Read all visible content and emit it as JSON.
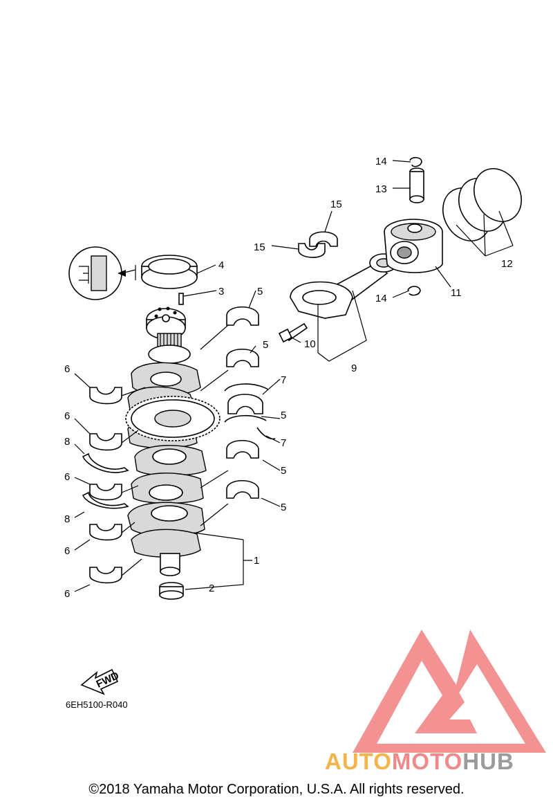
{
  "diagram": {
    "callouts": [
      {
        "id": "c14a",
        "label": "14"
      },
      {
        "id": "c13",
        "label": "13"
      },
      {
        "id": "c15a",
        "label": "15"
      },
      {
        "id": "c15b",
        "label": "15"
      },
      {
        "id": "c12",
        "label": "12"
      },
      {
        "id": "c11",
        "label": "11"
      },
      {
        "id": "c14b",
        "label": "14"
      },
      {
        "id": "c4",
        "label": "4"
      },
      {
        "id": "c3",
        "label": "3"
      },
      {
        "id": "c10",
        "label": "10"
      },
      {
        "id": "c9",
        "label": "9"
      },
      {
        "id": "c5a",
        "label": "5"
      },
      {
        "id": "c5b",
        "label": "5"
      },
      {
        "id": "c7a",
        "label": "7"
      },
      {
        "id": "c5c",
        "label": "5"
      },
      {
        "id": "c7b",
        "label": "7"
      },
      {
        "id": "c5d",
        "label": "5"
      },
      {
        "id": "c5e",
        "label": "5"
      },
      {
        "id": "c6a",
        "label": "6"
      },
      {
        "id": "c6b",
        "label": "6"
      },
      {
        "id": "c8a",
        "label": "8"
      },
      {
        "id": "c6c",
        "label": "6"
      },
      {
        "id": "c8b",
        "label": "8"
      },
      {
        "id": "c6d",
        "label": "6"
      },
      {
        "id": "c1",
        "label": "1"
      },
      {
        "id": "c2",
        "label": "2"
      },
      {
        "id": "c6e",
        "label": "6"
      }
    ],
    "fwd_label": "FWD",
    "catalog_code": "6EH5100-R040"
  },
  "footer": {
    "copyright": "©2018 Yamaha Motor Corporation, U.S.A. All rights reserved."
  },
  "watermark": {
    "parts": [
      "AUTO",
      "MOTO",
      "HUB"
    ],
    "colors": {
      "auto": "#f5b44a",
      "moto": "#f08a8a",
      "hub": "#9b9b9b",
      "logo": "#f07f7f"
    }
  }
}
